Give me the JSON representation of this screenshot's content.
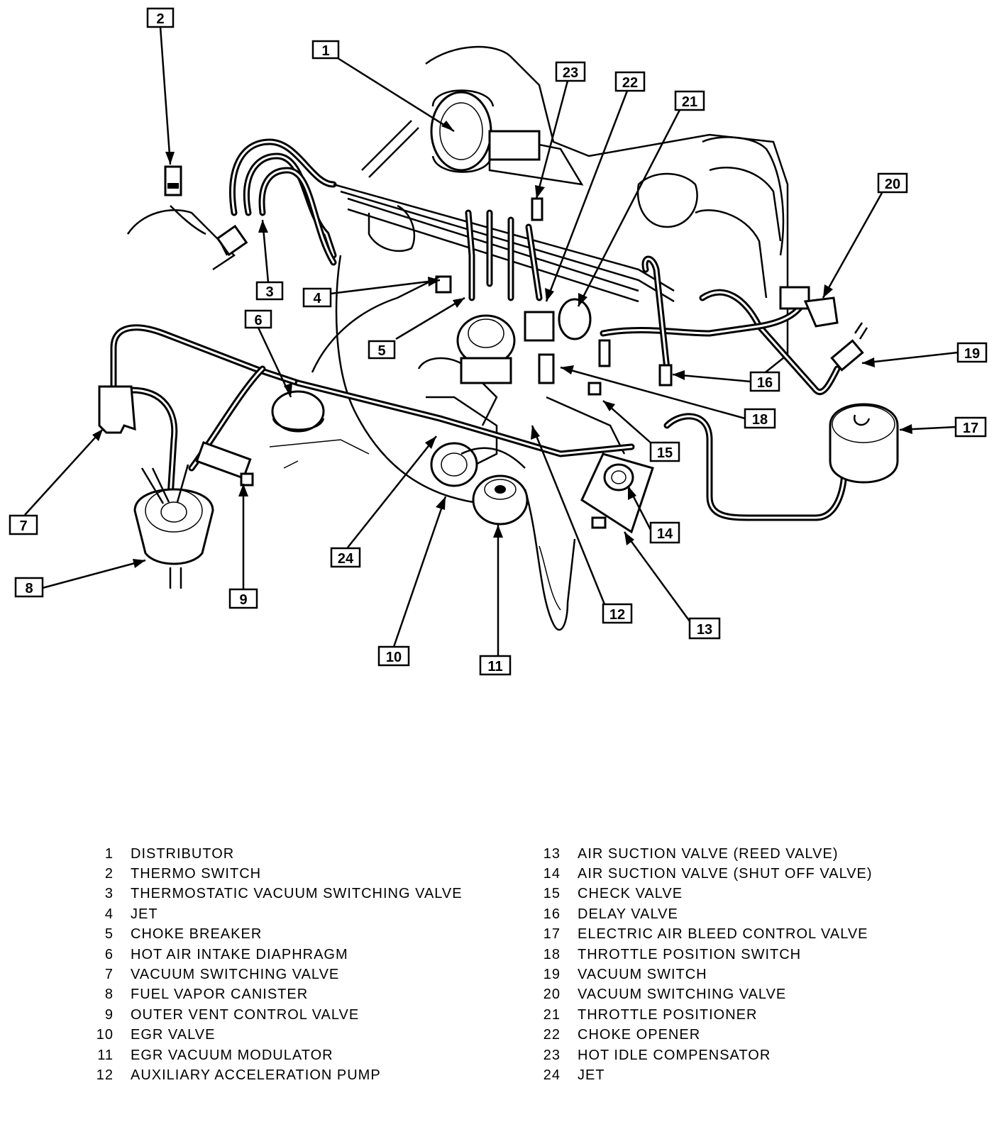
{
  "callouts": [
    "1",
    "2",
    "3",
    "4",
    "5",
    "6",
    "7",
    "8",
    "9",
    "10",
    "11",
    "12",
    "13",
    "14",
    "15",
    "16",
    "17",
    "18",
    "19",
    "20",
    "21",
    "22",
    "23",
    "24"
  ],
  "legend_left": [
    {
      "num": "1",
      "label": "DISTRIBUTOR"
    },
    {
      "num": "2",
      "label": "THERMO SWITCH"
    },
    {
      "num": "3",
      "label": "THERMOSTATIC VACUUM SWITCHING VALVE"
    },
    {
      "num": "4",
      "label": "JET"
    },
    {
      "num": "5",
      "label": "CHOKE BREAKER"
    },
    {
      "num": "6",
      "label": "HOT AIR INTAKE DIAPHRAGM"
    },
    {
      "num": "7",
      "label": "VACUUM SWITCHING VALVE"
    },
    {
      "num": "8",
      "label": "FUEL VAPOR CANISTER"
    },
    {
      "num": "9",
      "label": "OUTER VENT CONTROL VALVE"
    },
    {
      "num": "10",
      "label": "EGR VALVE"
    },
    {
      "num": "11",
      "label": "EGR VACUUM MODULATOR"
    },
    {
      "num": "12",
      "label": "AUXILIARY ACCELERATION PUMP"
    }
  ],
  "legend_right": [
    {
      "num": "13",
      "label": "AIR SUCTION VALVE (REED VALVE)"
    },
    {
      "num": "14",
      "label": "AIR SUCTION VALVE (SHUT OFF VALVE)"
    },
    {
      "num": "15",
      "label": "CHECK VALVE"
    },
    {
      "num": "16",
      "label": "DELAY VALVE"
    },
    {
      "num": "17",
      "label": "ELECTRIC AIR BLEED CONTROL VALVE"
    },
    {
      "num": "18",
      "label": "THROTTLE POSITION SWITCH"
    },
    {
      "num": "19",
      "label": "VACUUM SWITCH"
    },
    {
      "num": "20",
      "label": "VACUUM SWITCHING VALVE"
    },
    {
      "num": "21",
      "label": "THROTTLE POSITIONER"
    },
    {
      "num": "22",
      "label": "CHOKE OPENER"
    },
    {
      "num": "23",
      "label": "HOT IDLE COMPENSATOR"
    },
    {
      "num": "24",
      "label": "JET"
    }
  ]
}
